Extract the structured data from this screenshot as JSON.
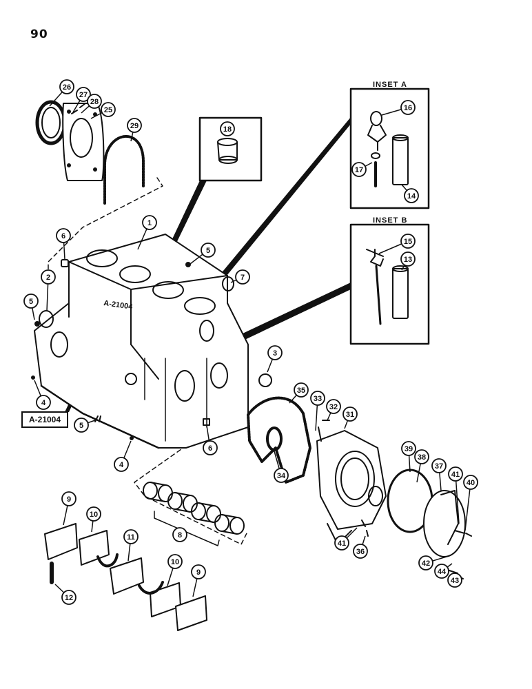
{
  "page_number": "90",
  "insets": {
    "a_title": "INSET A",
    "b_title": "INSET B"
  },
  "part_label": "A-21004",
  "block_stamp": "A-21004",
  "colors": {
    "ink": "#111111",
    "paper": "#ffffff",
    "shade": "#bdbdbd"
  },
  "callouts": [
    {
      "id": "c26",
      "text": "26"
    },
    {
      "id": "c27",
      "text": "27"
    },
    {
      "id": "c28",
      "text": "28"
    },
    {
      "id": "c25",
      "text": "25"
    },
    {
      "id": "c29",
      "text": "29"
    },
    {
      "id": "c18",
      "text": "18"
    },
    {
      "id": "c16",
      "text": "16"
    },
    {
      "id": "c17",
      "text": "17"
    },
    {
      "id": "c14",
      "text": "14"
    },
    {
      "id": "c15",
      "text": "15"
    },
    {
      "id": "c13",
      "text": "13"
    },
    {
      "id": "c1",
      "text": "1"
    },
    {
      "id": "c6a",
      "text": "6"
    },
    {
      "id": "c5a",
      "text": "5"
    },
    {
      "id": "c2",
      "text": "2"
    },
    {
      "id": "c5b",
      "text": "5"
    },
    {
      "id": "c7",
      "text": "7"
    },
    {
      "id": "c3",
      "text": "3"
    },
    {
      "id": "c4a",
      "text": "4"
    },
    {
      "id": "c5c",
      "text": "5"
    },
    {
      "id": "c6b",
      "text": "6"
    },
    {
      "id": "c4b",
      "text": "4"
    },
    {
      "id": "c35",
      "text": "35"
    },
    {
      "id": "c33",
      "text": "33"
    },
    {
      "id": "c32",
      "text": "32"
    },
    {
      "id": "c31",
      "text": "31"
    },
    {
      "id": "c34",
      "text": "34"
    },
    {
      "id": "c39",
      "text": "39"
    },
    {
      "id": "c38",
      "text": "38"
    },
    {
      "id": "c37",
      "text": "37"
    },
    {
      "id": "c41a",
      "text": "41"
    },
    {
      "id": "c40",
      "text": "40"
    },
    {
      "id": "c41b",
      "text": "41"
    },
    {
      "id": "c36",
      "text": "36"
    },
    {
      "id": "c42",
      "text": "42"
    },
    {
      "id": "c44",
      "text": "44"
    },
    {
      "id": "c43",
      "text": "43"
    },
    {
      "id": "c9a",
      "text": "9"
    },
    {
      "id": "c10a",
      "text": "10"
    },
    {
      "id": "c11",
      "text": "11"
    },
    {
      "id": "c8",
      "text": "8"
    },
    {
      "id": "c12",
      "text": "12"
    },
    {
      "id": "c10b",
      "text": "10"
    },
    {
      "id": "c9b",
      "text": "9"
    }
  ]
}
